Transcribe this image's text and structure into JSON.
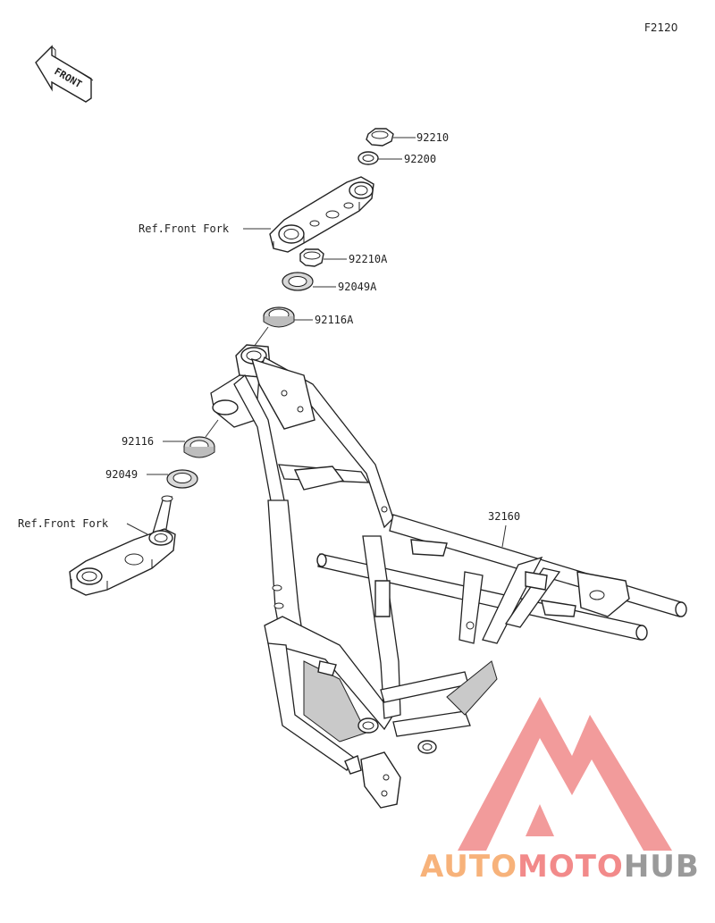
{
  "diagram": {
    "code": "F2120",
    "direction_label": "FRONT",
    "callouts": [
      {
        "id": "92210",
        "text": "92210"
      },
      {
        "id": "92200",
        "text": "92200"
      },
      {
        "id": "ref-front-fork-upper",
        "text": "Ref.Front Fork"
      },
      {
        "id": "92210A",
        "text": "92210A"
      },
      {
        "id": "92049A",
        "text": "92049A"
      },
      {
        "id": "92116A",
        "text": "92116A"
      },
      {
        "id": "92116",
        "text": "92116"
      },
      {
        "id": "92049",
        "text": "92049"
      },
      {
        "id": "ref-front-fork-lower",
        "text": "Ref.Front Fork"
      },
      {
        "id": "32160",
        "text": "32160"
      }
    ]
  },
  "watermark": {
    "auto": "AUTO",
    "moto": "MOTO",
    "hub": "HUB",
    "colors": {
      "auto": "#f7b27a",
      "moto": "#f28a8a",
      "hub": "#9a9a9a",
      "logo": "#f08a8a"
    }
  }
}
